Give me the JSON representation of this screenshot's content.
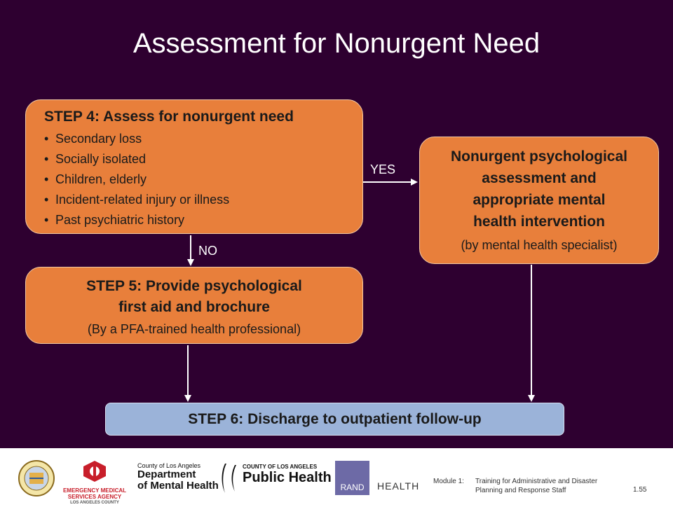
{
  "title": "Assessment for Nonurgent Need",
  "step4": {
    "heading": "STEP 4: Assess for nonurgent need",
    "items": [
      "Secondary loss",
      "Socially isolated",
      "Children, elderly",
      "Incident-related injury or illness",
      "Past psychiatric history"
    ]
  },
  "nonurgent": {
    "heading_lines": [
      "Nonurgent psychological",
      "assessment and",
      "appropriate mental",
      "health intervention"
    ],
    "sub": "(by mental health specialist)"
  },
  "step5": {
    "heading_lines": [
      "STEP 5: Provide psychological",
      "first aid and brochure"
    ],
    "sub": "(By a PFA-trained health professional)"
  },
  "step6": {
    "label": "STEP 6: Discharge to outpatient follow-up"
  },
  "edge_labels": {
    "yes": "YES",
    "no": "NO"
  },
  "colors": {
    "background": "#2e0030",
    "step_box": "#e87f3b",
    "discharge_box": "#9bb3d9",
    "arrow": "#ffffff"
  },
  "footer": {
    "module_label": "Module 1:",
    "module_lines": [
      "Training for Administrative and Disaster",
      "Planning and Response Staff"
    ],
    "page_number": "1.55",
    "logos": {
      "la_county_seal": "COUNTY OF LOS ANGELES",
      "ems_lines": [
        "EMERGENCY MEDICAL",
        "SERVICES AGENCY",
        "LOS ANGELES COUNTY"
      ],
      "dmh_small": "County of Los Angeles",
      "dmh_lines": [
        "Department",
        "of Mental Health"
      ],
      "ph_small": "COUNTY OF LOS ANGELES",
      "ph_big": "Public Health",
      "rand": "RAND",
      "health": "HEALTH"
    }
  }
}
